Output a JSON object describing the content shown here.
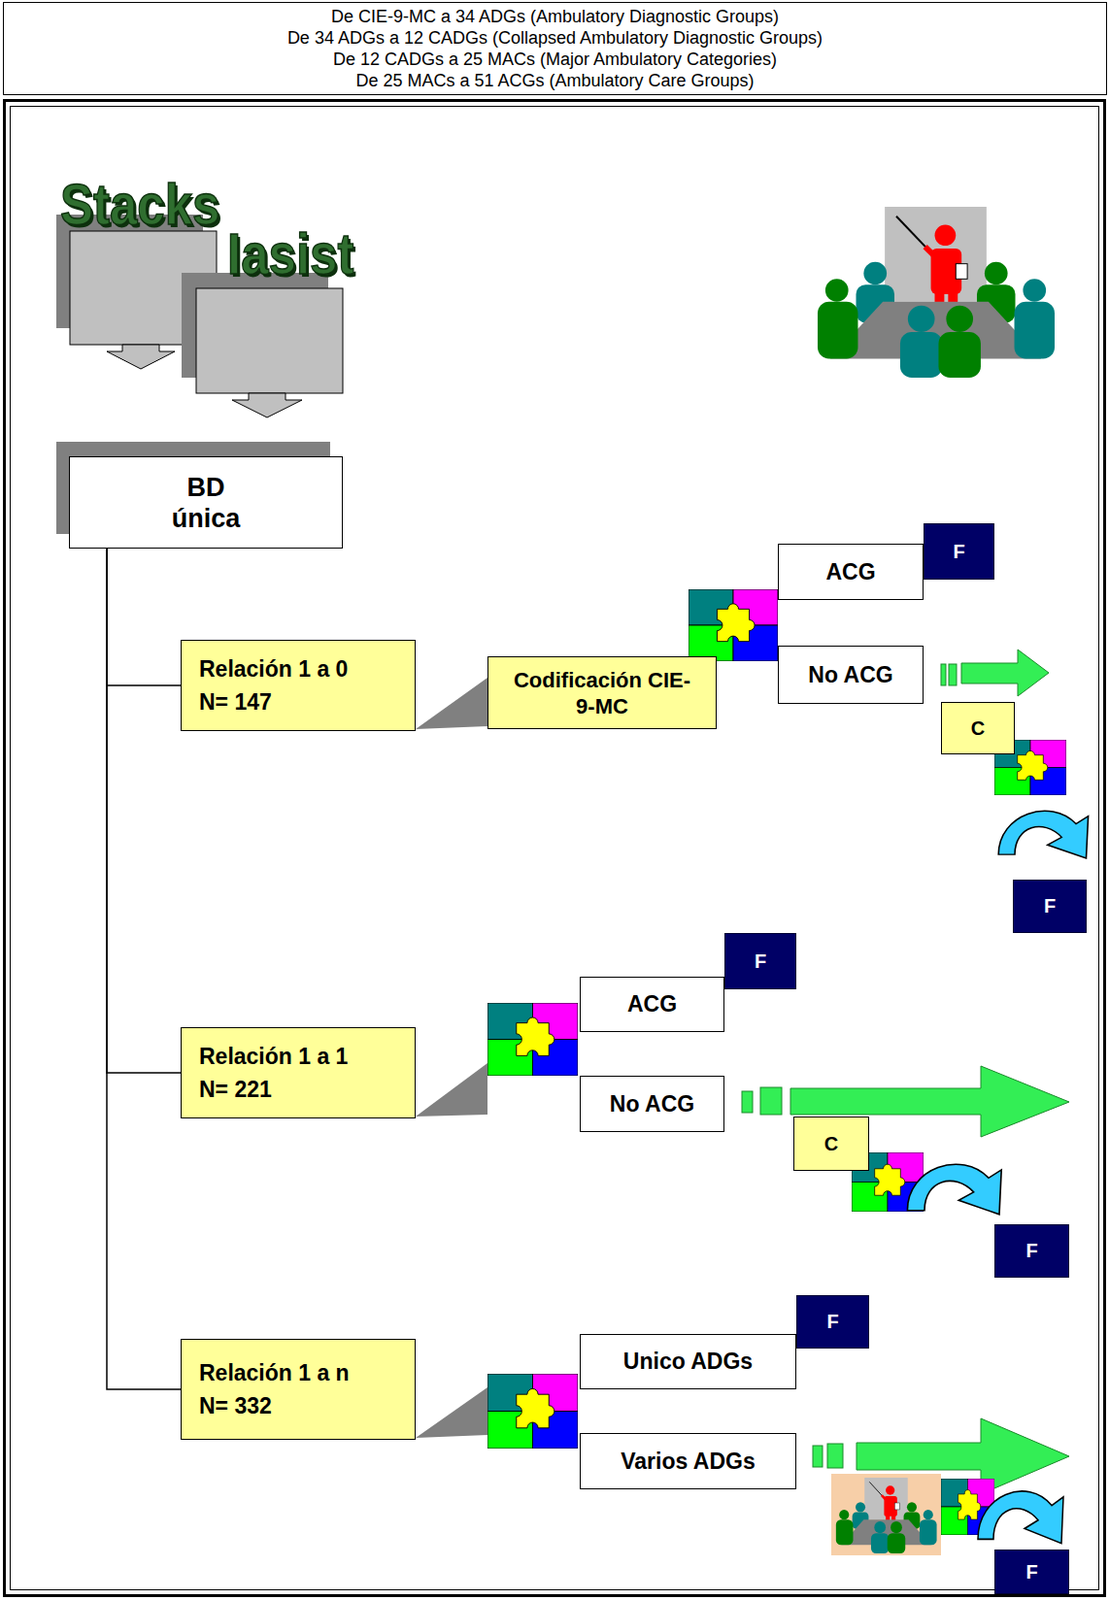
{
  "diagram": {
    "nodes": [
      {
        "text": [
          "De CIE-9-MC a 34 ADGs (Ambulatory Diagnostic Groups)",
          "De 34 ADGs a 12 CADGs (Collapsed Ambulatory Diagnostic Groups)",
          "De 12 CADGs a 25 MACs (Major Ambulatory Categories)",
          "De 25 MACs a 51 ACGs (Ambulatory Care Groups)"
        ]
      },
      {
        "text": [
          "BD única"
        ]
      },
      {
        "text": [
          "Relación 1 a 0",
          "N= 147"
        ]
      },
      {
        "text": [
          "Codificación CIE-9-MC"
        ]
      },
      {
        "text": [
          "ACG"
        ]
      },
      {
        "text": [
          "F"
        ]
      },
      {
        "text": [
          "No ACG"
        ]
      },
      {
        "text": [
          "C"
        ]
      },
      {
        "text": [
          "F"
        ]
      },
      {
        "text": [
          "Relación 1 a 1",
          "N= 221"
        ]
      },
      {
        "text": [
          "ACG"
        ]
      },
      {
        "text": [
          "F"
        ]
      },
      {
        "text": [
          "No ACG"
        ]
      },
      {
        "text": [
          "C"
        ]
      },
      {
        "text": [
          "F"
        ]
      },
      {
        "text": [
          "Relación 1 a n",
          "N= 332"
        ]
      },
      {
        "text": [
          "Unico ADGs"
        ]
      },
      {
        "text": [
          "F"
        ]
      },
      {
        "text": [
          "Varios ADGs"
        ]
      },
      {
        "text": [
          "F"
        ]
      }
    ],
    "edges": [
      {
        "from": 1,
        "to": 2,
        "arrow": "none"
      },
      {
        "from": 1,
        "to": 9,
        "arrow": "none"
      },
      {
        "from": 1,
        "to": 15,
        "arrow": "none"
      },
      {
        "from": 2,
        "to": 3,
        "arrow": "none"
      }
    ],
    "labels": [
      "Stacks",
      "Iasist"
    ]
  }
}
